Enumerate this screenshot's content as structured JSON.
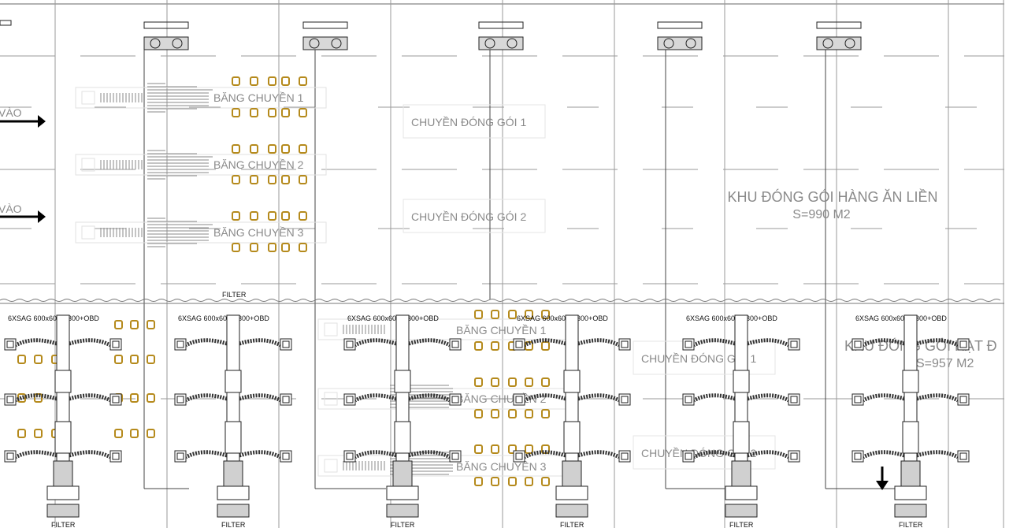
{
  "colors": {
    "background": "#ffffff",
    "grid_line": "#9a9a9a",
    "ink": "#222222",
    "zone_text": "#8a8a8a",
    "chair": "#b58a1c"
  },
  "upper_area": {
    "entry_arrow_label": "VÀO",
    "conveyors": [
      {
        "label": "BĂNG CHUYỀN 1"
      },
      {
        "label": "BĂNG CHUYỀN 2"
      },
      {
        "label": "BĂNG CHUYỀN 3"
      }
    ],
    "packing_lines": [
      {
        "label": "CHUYỀN ĐÓNG GÓI 1"
      },
      {
        "label": "CHUYỀN ĐÓNG GÓI 2"
      }
    ],
    "zone": {
      "title": "KHU ĐÓNG GÓI HÀNG ĂN LIỀN",
      "area": "S=990 M2"
    },
    "filter_label": "FILTER"
  },
  "lower_area": {
    "ducts": [
      {
        "label": "6XSAG 600x600,D300+OBD"
      },
      {
        "label": "6XSAG 600x600,D300+OBD"
      },
      {
        "label": "6XSAG 600x600,D300+OBD"
      },
      {
        "label": "6XSAG 600x600,D300+OBD"
      },
      {
        "label": "6XSAG 600x600,D300+OBD"
      },
      {
        "label": "6XSAG 600x600,D300+OBD"
      }
    ],
    "conveyors": [
      {
        "label": "BĂNG CHUYỀN 1"
      },
      {
        "label": "BĂNG CHUYỀN 2"
      },
      {
        "label": "BĂNG CHUYỀN 3"
      }
    ],
    "packing_lines": [
      {
        "label": "CHUYỀN ĐÓNG GÓI 1"
      },
      {
        "label": "CHUYỀN ĐÓNG GÓI 2"
      }
    ],
    "zone": {
      "title": "KHU ĐÓNG GÓI HẠT Đ",
      "area": "S=957 M2"
    },
    "filters": [
      "FILTER",
      "FILTER",
      "FILTER",
      "FILTER",
      "FILTER",
      "FILTER"
    ]
  }
}
